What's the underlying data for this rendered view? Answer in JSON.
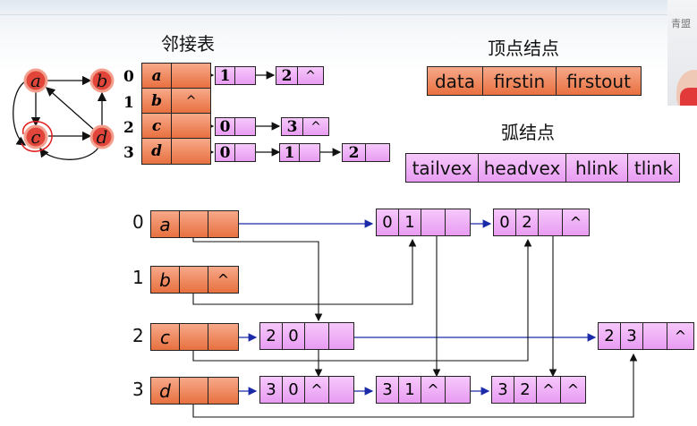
{
  "adjacency_title": "邻接表",
  "vertex_node_title": "顶点结点",
  "arc_node_title": "弧结点",
  "vertex_node_fields": [
    "data",
    "firstin",
    "firstout"
  ],
  "arc_node_fields": [
    "tailvex",
    "headvex",
    "hlink",
    "tlink"
  ],
  "graph_nodes": [
    "a",
    "b",
    "c",
    "d"
  ],
  "adj_indices": [
    "0",
    "1",
    "2",
    "3"
  ],
  "adj_vertices": [
    "a",
    "b",
    "c",
    "d"
  ],
  "adj_b_null": "^",
  "adj_lists": {
    "row0": [
      "1",
      "2",
      "^"
    ],
    "row2": [
      "0",
      "3",
      "^"
    ],
    "row3": [
      "0",
      "1",
      "2"
    ]
  },
  "ortho_indices": [
    "0",
    "1",
    "2",
    "3"
  ],
  "ortho_vertices": [
    "a",
    "b",
    "c",
    "d"
  ],
  "ortho_b_null": "^",
  "arcs": {
    "a01": [
      "0",
      "1",
      "",
      ""
    ],
    "a02": [
      "0",
      "2",
      "",
      "^"
    ],
    "a20": [
      "2",
      "0",
      "",
      ""
    ],
    "a23": [
      "2",
      "3",
      "",
      "^"
    ],
    "a30": [
      "3",
      "0",
      "^",
      ""
    ],
    "a31": [
      "3",
      "1",
      "^",
      ""
    ],
    "a32": [
      "3",
      "2",
      "^",
      "^"
    ]
  },
  "webcam_caption": "青盟",
  "colors": {
    "orange": "#e8703f",
    "violet": "#e89cf2",
    "blue": "#1a2aa8",
    "node_red": "#e2463a"
  }
}
